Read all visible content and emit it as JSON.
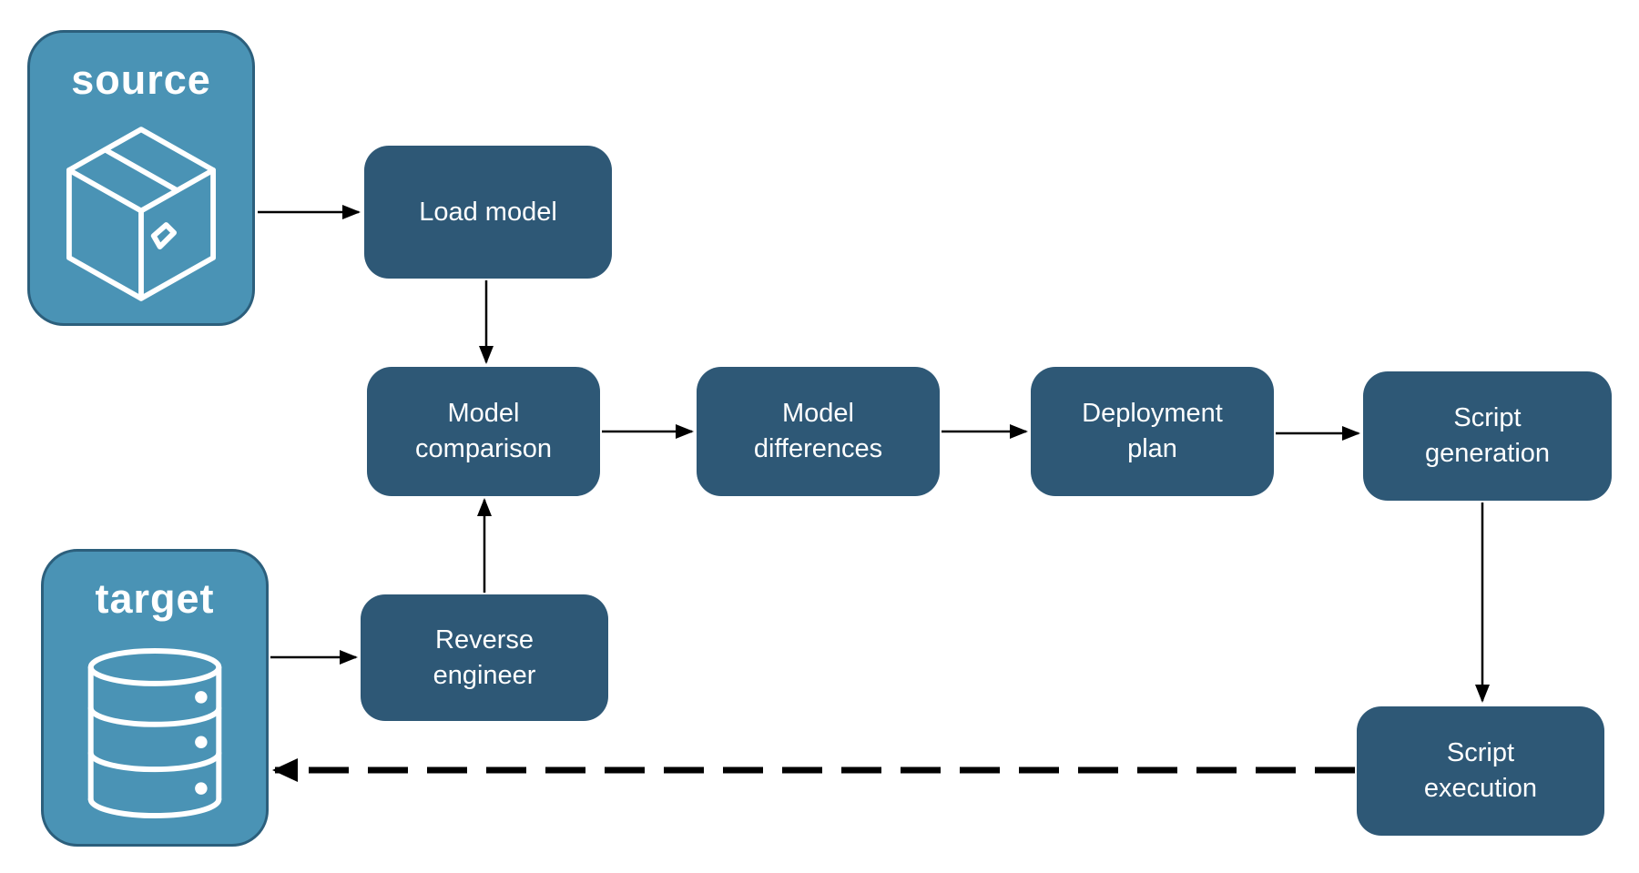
{
  "diagram": {
    "colors": {
      "process_fill": "#2E5876",
      "endpoint_fill": "#4A93B5",
      "endpoint_border": "#2C5F7C",
      "label_text": "#FFFFFF",
      "arrow": "#000000",
      "background": "#FFFFFF"
    },
    "endpoints": {
      "source": {
        "label": "source",
        "icon": "package-icon"
      },
      "target": {
        "label": "target",
        "icon": "database-icon"
      }
    },
    "processes": {
      "load_model": {
        "lines": [
          "Load model"
        ]
      },
      "model_comparison": {
        "lines": [
          "Model",
          "comparison"
        ]
      },
      "model_differences": {
        "lines": [
          "Model",
          "differences"
        ]
      },
      "deployment_plan": {
        "lines": [
          "Deployment",
          "plan"
        ]
      },
      "script_generation": {
        "lines": [
          "Script",
          "generation"
        ]
      },
      "reverse_engineer": {
        "lines": [
          "Reverse",
          "engineer"
        ]
      },
      "script_execution": {
        "lines": [
          "Script",
          "execution"
        ]
      }
    },
    "flows": [
      {
        "from": "source",
        "to": "Load model",
        "style": "solid"
      },
      {
        "from": "Load model",
        "to": "Model comparison",
        "style": "solid"
      },
      {
        "from": "Model comparison",
        "to": "Model differences",
        "style": "solid"
      },
      {
        "from": "Model differences",
        "to": "Deployment plan",
        "style": "solid"
      },
      {
        "from": "Deployment plan",
        "to": "Script generation",
        "style": "solid"
      },
      {
        "from": "Script generation",
        "to": "Script execution",
        "style": "solid"
      },
      {
        "from": "target",
        "to": "Reverse engineer",
        "style": "solid"
      },
      {
        "from": "Reverse engineer",
        "to": "Model comparison",
        "style": "solid"
      },
      {
        "from": "Script execution",
        "to": "target",
        "style": "dashed"
      }
    ]
  }
}
